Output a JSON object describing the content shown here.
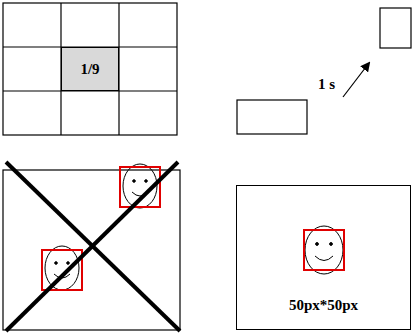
{
  "diagram": {
    "nodes": [
      {
        "text": [
          "1/9"
        ]
      },
      {
        "text": [
          "50px*50px"
        ]
      }
    ],
    "labels": [
      "1 s"
    ]
  }
}
